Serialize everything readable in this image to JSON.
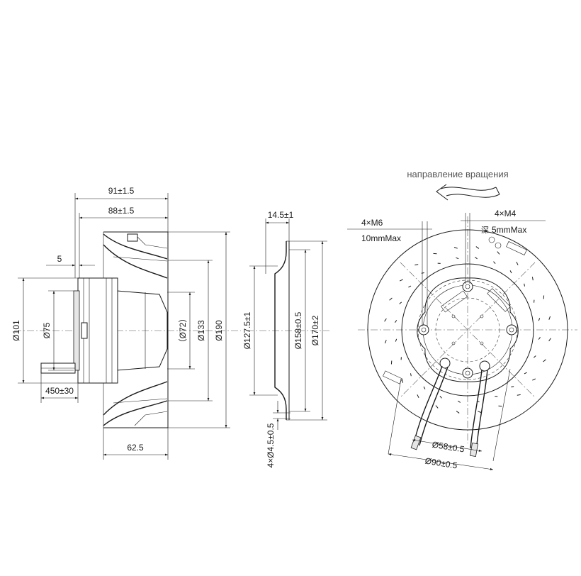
{
  "side_view": {
    "dim_overall_depth": "91±1.5",
    "dim_body_depth": "88±1.5",
    "dim_shaft_offset": "5",
    "dim_motor_dia": "Ø101",
    "dim_hub_dia": "Ø75",
    "dim_inner_dia": "（Ø72）",
    "dim_impeller_dia": "Ø133",
    "dim_outer_dia": "Ø190",
    "dim_cable_length": "450±30",
    "dim_blade_depth": "62.5"
  },
  "ring_view": {
    "dim_ring_depth": "14.5±1",
    "dim_ring_inner": "Ø127.5±1",
    "dim_ring_mid": "Ø158±0.5",
    "dim_ring_outer": "Ø170±2",
    "dim_holes": "4×Ø4.5±0.5"
  },
  "front_view": {
    "rotation_caption": "направление вращения",
    "thread_a": "4×M6",
    "thread_a_depth": "10mmMax",
    "thread_b": "4×M4",
    "thread_b_depth_prefix": "深",
    "thread_b_depth": "5mmMax",
    "dim_pcd_small": "Ø58±0.5",
    "dim_pcd_large": "Ø90±0.5"
  }
}
